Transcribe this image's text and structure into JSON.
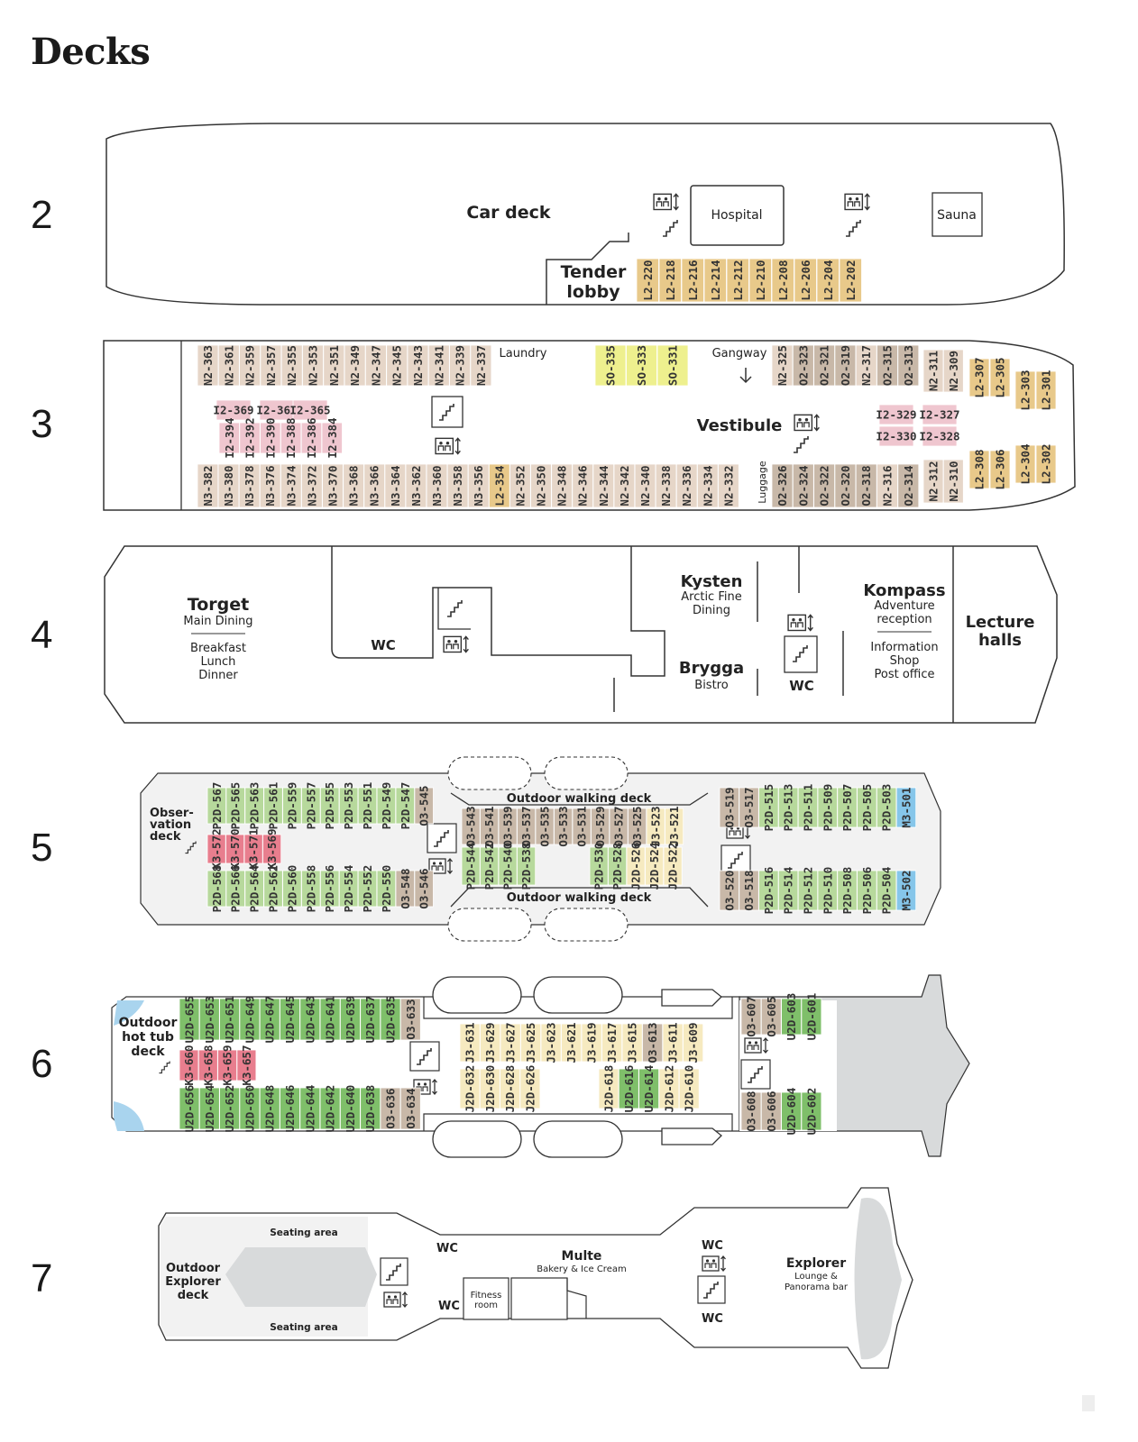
{
  "title": "Decks",
  "colors": {
    "L2": "#e8c98a",
    "N": "#e6d6c8",
    "O": "#c8b8a8",
    "I": "#efc6cf",
    "SO": "#eef08e",
    "P2D": "#b7d99c",
    "K3": "#e87e8e",
    "O3": "#c8b8a8",
    "J3": "#f6eac0",
    "M3": "#86c6ea",
    "U2D": "#7fbf6a",
    "J2D": "#f6eac0",
    "water": "#a9d4ee",
    "deck_grey": "#d8dadb",
    "deck_light": "#f2f2f2"
  },
  "icons": [
    "elevator-icon",
    "stairs-icon",
    "arrow-down-icon"
  ],
  "decks": [
    {
      "number": "2",
      "labels": {
        "car_deck": "Car deck",
        "hospital": "Hospital",
        "sauna": "Sauna",
        "tender": "Tender",
        "lobby": "lobby"
      },
      "cabins": [
        "L2-220",
        "L2-218",
        "L2-216",
        "L2-214",
        "L2-212",
        "L2-210",
        "L2-208",
        "L2-206",
        "L2-204",
        "L2-202"
      ]
    },
    {
      "number": "3",
      "labels": {
        "laundry": "Laundry",
        "gangway": "Gangway",
        "vestibule": "Vestibule",
        "luggage": "Luggage"
      },
      "cabins_top_left": [
        "N2-363",
        "N2-361",
        "N2-359",
        "N2-357",
        "N2-355",
        "N2-353",
        "N2-351",
        "N2-349",
        "N2-347",
        "N2-345",
        "N2-343",
        "N2-341",
        "N2-339",
        "N2-337"
      ],
      "cabins_so": [
        "SO-335",
        "SO-333",
        "SO-331"
      ],
      "cabins_top_right": [
        "N2-325",
        "O2-323",
        "O2-321",
        "O2-319",
        "N2-317",
        "O2-315",
        "O2-313"
      ],
      "cabins_top_far": [
        "N2-311",
        "N2-309"
      ],
      "cabins_bow_top": [
        "L2-307",
        "L2-305",
        "L2-303",
        "L2-301"
      ],
      "cabins_i_top": [
        "I2-369",
        "I2-367",
        "I2-365"
      ],
      "cabins_i_bottom": [
        "I2-394",
        "I2-392",
        "I2-390",
        "I2-388",
        "I2-386",
        "I2-384"
      ],
      "cabins_i_right": [
        "I2-329",
        "I2-327",
        "I2-330",
        "I2-328"
      ],
      "cabins_bottom_left": [
        "N3-382",
        "N3-380",
        "N3-378",
        "N3-376",
        "N3-374",
        "N3-372",
        "N3-370",
        "N3-368",
        "N3-366",
        "N3-364",
        "N3-362",
        "N3-360",
        "N3-358",
        "N3-356",
        "L2-354",
        "N2-352",
        "N2-350",
        "N2-348",
        "N2-346",
        "N2-344",
        "N2-342",
        "N2-340",
        "N2-338",
        "N2-336",
        "N2-334",
        "N2-332"
      ],
      "cabins_bottom_right": [
        "O2-326",
        "O2-324",
        "O2-322",
        "O2-320",
        "O2-318",
        "N2-316",
        "O2-314"
      ],
      "cabins_bottom_far": [
        "N2-312",
        "N2-310"
      ],
      "cabins_bow_bottom": [
        "L2-308",
        "L2-306",
        "L2-304",
        "L2-302"
      ]
    },
    {
      "number": "4",
      "labels": {
        "torget": "Torget",
        "main_dining": "Main Dining",
        "breakfast": "Breakfast",
        "lunch": "Lunch",
        "dinner": "Dinner",
        "wc": "WC",
        "kysten": "Kysten",
        "arctic": "Arctic Fine",
        "dining": "Dining",
        "brygga": "Brygga",
        "bistro": "Bistro",
        "wc2": "WC",
        "kompass": "Kompass",
        "adventure": "Adventure",
        "reception": "reception",
        "information": "Information",
        "shop": "Shop",
        "post": "Post office",
        "lecture": "Lecture",
        "halls": "halls"
      }
    },
    {
      "number": "5",
      "labels": {
        "obser": "Obser-",
        "vation": "vation",
        "deck": "deck",
        "walk_top": "Outdoor walking deck",
        "walk_bottom": "Outdoor walking deck"
      },
      "cabins_top_left": [
        "P2D-567",
        "P2D-565",
        "P2D-563",
        "P2D-561",
        "P2D-559",
        "P2D-557",
        "P2D-555",
        "P2D-553",
        "P2D-551",
        "P2D-549",
        "P2D-547",
        "O3-545"
      ],
      "cabins_k_left": [
        "K3-572",
        "K3-570",
        "K3-571",
        "K3-569"
      ],
      "cabins_bottom_left": [
        "P2D-568",
        "P2D-566",
        "P2D-564",
        "P2D-562",
        "P2D-560",
        "P2D-558",
        "P2D-556",
        "P2D-554",
        "P2D-552",
        "P2D-550",
        "O3-548",
        "O3-546"
      ],
      "cabins_mid_top": [
        "O3-543",
        "O3-541",
        "O3-539",
        "O3-537",
        "O3-535",
        "O3-533",
        "O3-531",
        "O3-529",
        "O3-527",
        "O3-525",
        "J3-523",
        "J3-521"
      ],
      "cabins_mid_bottom_a": [
        "P2D-544",
        "P2D-542",
        "P2D-540",
        "P2D-538"
      ],
      "cabins_mid_bottom_b": [
        "P2D-530",
        "P2D-528",
        "J2D-526",
        "J2D-524",
        "J2D-522"
      ],
      "cabins_top_right": [
        "O3-519",
        "O3-517",
        "P2D-515",
        "P2D-513",
        "P2D-511",
        "P2D-509",
        "P2D-507",
        "P2D-505",
        "P2D-503",
        "M3-501"
      ],
      "cabins_bottom_right": [
        "O3-520",
        "O3-518",
        "P2D-516",
        "P2D-514",
        "P2D-512",
        "P2D-510",
        "P2D-508",
        "P2D-506",
        "P2D-504",
        "M3-502"
      ]
    },
    {
      "number": "6",
      "labels": {
        "outdoor": "Outdoor",
        "hot_tub": "hot tub",
        "deck": "deck"
      },
      "cabins_top_left": [
        "U2D-655",
        "U2D-653",
        "U2D-651",
        "U2D-649",
        "U2D-647",
        "U2D-645",
        "U2D-643",
        "U2D-641",
        "U2D-639",
        "U2D-637",
        "U2D-635",
        "O3-633"
      ],
      "cabins_k_left": [
        "K3-660",
        "K3-658",
        "K3-659",
        "K3-657"
      ],
      "cabins_bottom_left": [
        "U2D-656",
        "U2D-654",
        "U2D-652",
        "U2D-650",
        "U2D-648",
        "U2D-646",
        "U2D-644",
        "U2D-642",
        "U2D-640",
        "U2D-638",
        "O3-636",
        "O3-634"
      ],
      "cabins_mid_top": [
        "J3-631",
        "J3-629",
        "J3-627",
        "J3-625",
        "J3-623",
        "J3-621",
        "J3-619",
        "J3-617",
        "J3-615",
        "O3-613",
        "J3-611",
        "J3-609"
      ],
      "cabins_mid_bottom_a": [
        "J2D-632",
        "J2D-630",
        "J2D-628",
        "J2D-626"
      ],
      "cabins_mid_bottom_b": [
        "J2D-618",
        "U2D-616",
        "U2D-614",
        "J2D-612",
        "J2D-610"
      ],
      "cabins_top_right": [
        "O3-607",
        "O3-605",
        "U2D-603",
        "U2D-601"
      ],
      "cabins_bottom_right": [
        "O3-608",
        "O3-606",
        "U2D-604",
        "U2D-602"
      ]
    },
    {
      "number": "7",
      "labels": {
        "outdoor": "Outdoor",
        "explorer": "Explorer",
        "deck": "deck",
        "seating_top": "Seating area",
        "seating_bottom": "Seating area",
        "wc_a": "WC",
        "wc_b": "WC",
        "fitness": "Fitness",
        "room": "room",
        "multe": "Multe",
        "bakery": "Bakery & Ice Cream",
        "wc_c": "WC",
        "wc_d": "WC",
        "explorer_lounge": "Explorer",
        "lounge": "Lounge &",
        "panorama": "Panorama bar"
      }
    }
  ]
}
